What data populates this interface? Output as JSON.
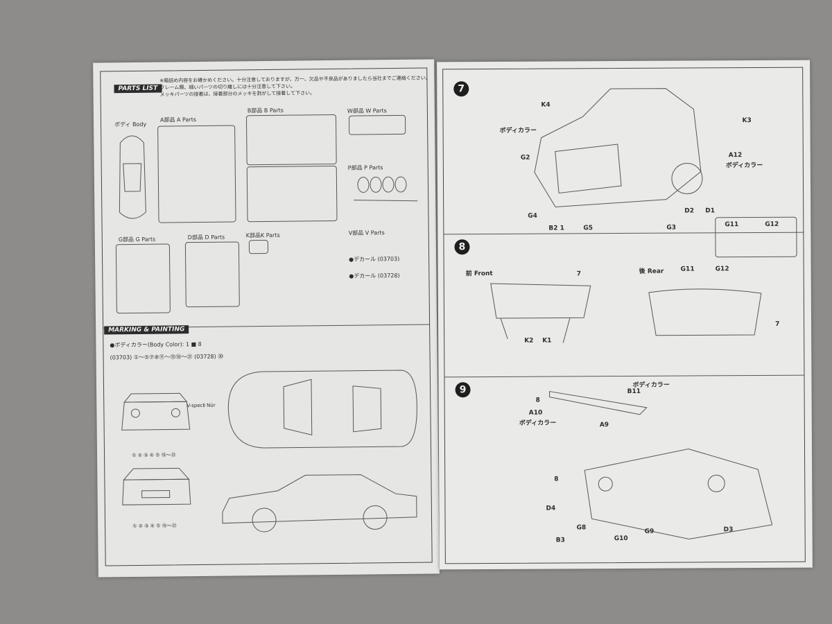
{
  "left_page": {
    "parts_list_title": "PARTS LIST",
    "notice": "※箱詰め内容をお確かめください。十分注意しておりますが、万一、欠品や不良品がありましたら当社までご連絡ください。",
    "warnings": [
      "フレーム類、細いパーツの切り離しには十分注意して下さい。",
      "メッキパーツの接着は、接着部分のメッキを剥がして接着して下さい。"
    ],
    "groups": {
      "body": "ボディ Body",
      "a": "A部品 A Parts",
      "b": "B部品 B Parts",
      "w": "W部品 W Parts",
      "p": "P部品 P Parts",
      "g": "G部品 G Parts",
      "d": "D部品 D Parts",
      "k": "K部品K Parts",
      "v": "V部品 V Parts"
    },
    "decals": [
      "●デカール (03703)",
      "●デカール (03728)"
    ],
    "marking_title": "MARKING & PAINTING",
    "body_color": "●ボディカラー(Body Color): 1 ■ 8",
    "decal_numbers": "(03703) ①〜⑤⑦⑧⑪〜⑮⑱〜㉑ (03728) ㉚",
    "rear_seq": "① ② ③ ④ ⑤ ⑱〜㉑",
    "front_seq": "① ② ③ ④ ⑤ ⑱〜㉑",
    "vspec": "V-specⅡ Nür"
  },
  "right_page": {
    "steps": [
      {
        "number": "7",
        "labels": [
          "K4",
          "ボディカラー",
          "G2",
          "G4",
          "B2 1",
          "G5",
          "G3",
          "D2",
          "D1",
          "K3",
          "A12",
          "ボディカラー",
          "G11",
          "G12"
        ]
      },
      {
        "number": "8",
        "labels": [
          "前 Front",
          "7",
          "K2",
          "K1",
          "後 Rear",
          "G11",
          "G12",
          "7"
        ]
      },
      {
        "number": "9",
        "labels": [
          "ボディカラー",
          "B11",
          "8",
          "A10",
          "ボディカラー",
          "A9",
          "8",
          "D4",
          "G8",
          "B3",
          "G10",
          "G9",
          "D3"
        ]
      }
    ]
  }
}
